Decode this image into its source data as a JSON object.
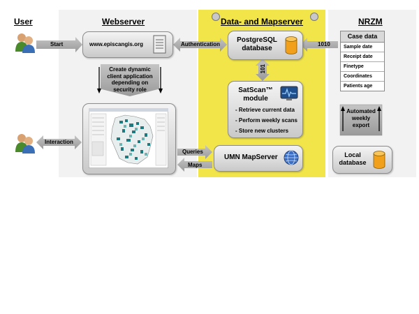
{
  "lanes": {
    "user": "User",
    "webserver": "Webserver",
    "dataserver": "Data- and Mapserver",
    "nrzm": "NRZM"
  },
  "arrows": {
    "start": "Start",
    "authentication": "Authentication",
    "code_1010": "1010",
    "code_101": "101",
    "interaction": "Interaction",
    "queries": "Queries",
    "maps": "Maps"
  },
  "webserver": {
    "url": "www.episcangis.org",
    "note": [
      "Create dynamic",
      "client application",
      "depending on",
      "security role"
    ]
  },
  "dataserver": {
    "postgres": [
      "PostgreSQL",
      "database"
    ],
    "satscan": {
      "title": [
        "SatScan™",
        "module"
      ],
      "tasks": [
        "- Retrieve current data",
        "- Perform weekly scans",
        "- Store new clusters"
      ]
    },
    "umn": "UMN MapServer"
  },
  "nrzm": {
    "case_data": {
      "title": "Case data",
      "rows": [
        "Sample date",
        "Receipt date",
        "Finetype",
        "Coordinates",
        "Patients age"
      ]
    },
    "export": [
      "Automated",
      "weekly",
      "export"
    ],
    "local_db": [
      "Local",
      "database"
    ]
  },
  "colors": {
    "data_lane": "#f2e54a",
    "side_lanes": "#f2f2f2",
    "arrow": "#b3b3b3",
    "db_cylinder": "#f0a01a"
  }
}
